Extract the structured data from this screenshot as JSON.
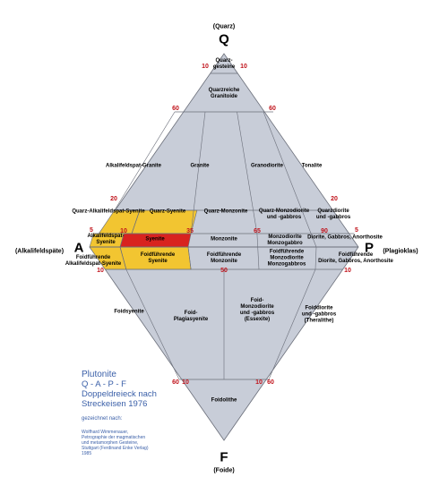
{
  "corners": {
    "q": {
      "letter": "Q",
      "name": "(Quarz)"
    },
    "a": {
      "letter": "A",
      "name": "(Alkalifeldspäte)"
    },
    "p": {
      "letter": "P",
      "name": "(Plagioklas)"
    },
    "f": {
      "letter": "F",
      "name": "(Foide)"
    }
  },
  "colors": {
    "fill": "#c8cdd8",
    "stroke": "#6b6f7a",
    "yellow": "#f2c531",
    "red": "#d8231f",
    "numbers": "#c0121a",
    "legend": "#3a5fa8"
  },
  "field_labels": [
    "Quarz-\ngesteine",
    "Quarzreiche\nGranitoide",
    "Alkalifeldspat-Granite",
    "Granite",
    "Granodiorite",
    "Tonalite",
    "Quarz-Alkalifeldspat-Syenite",
    "Quarz-Syenite",
    "Quarz-Monzonite",
    "Quarz-Monzodiorite\nund -gabbros",
    "Quarzdiorite\nund -gabbros",
    "Alkalifeldspat-\nSyenite",
    "Syenite",
    "Monzonite",
    "Monzodiorite\nMonzogabbro",
    "Diorite, Gabbros, Anorthosite",
    "Foidführende\nAlkalifeldspat-Syenite",
    "Foidführende\nSyenite",
    "Foidführende\nMonzonite",
    "Foidführende\nMonzodiorite\nMonzogabbros",
    "Foidführende\nDiorite, Gabbros, Anorthosite",
    "Foidsyenite",
    "Foid-\nPlagiasyenite",
    "Foid-\nMonzodiorite\nund -gabbros\n(Essexite)",
    "Foiddiorite\nund -gabbros\n(Theralithe)",
    "Foidolithe"
  ],
  "numbers": [
    "10",
    "10",
    "60",
    "60",
    "20",
    "20",
    "5",
    "5",
    "10",
    "35",
    "65",
    "90",
    "10",
    "10",
    "50",
    "60",
    "10",
    "10",
    "60"
  ],
  "legend": {
    "title": "Plutonite",
    "line1": "Q - A - P - F",
    "line2": "Doppeldreieck nach",
    "line3": "Streckeisen 1976",
    "drawn": "gezeichnet nach:",
    "ref1": "Wolfhard Wimmenauer,",
    "ref2": "Petrographie der magmatischen",
    "ref3": "und metamorphen Gesteine,",
    "ref4": "Stuttgart (Ferdinand Enke Verlag)",
    "ref5": "1985"
  }
}
